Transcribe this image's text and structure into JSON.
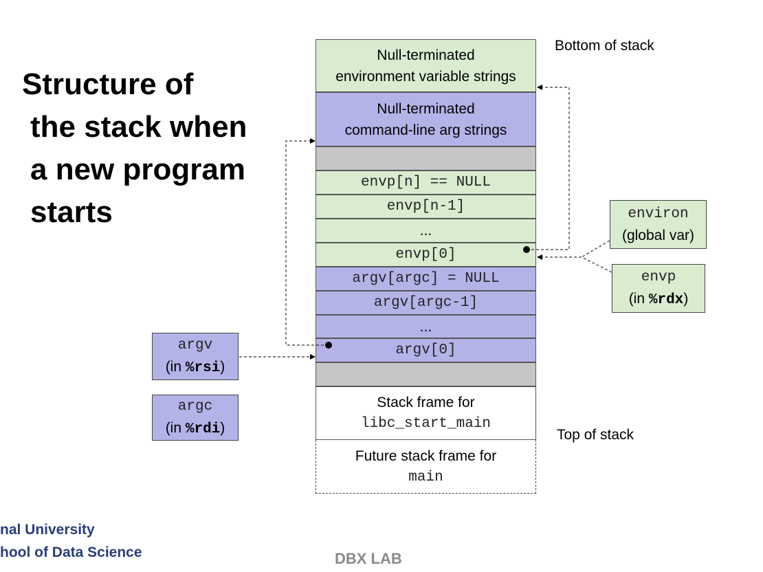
{
  "title": {
    "line1": "Structure of",
    "line2": "the stack when",
    "line3": "a new program",
    "line4": "starts"
  },
  "stack": {
    "env_strings": {
      "line1": "Null-terminated",
      "line2": "environment variable strings"
    },
    "arg_strings": {
      "line1": "Null-terminated",
      "line2": "command-line arg strings"
    },
    "envp_n": "envp[n] == NULL",
    "envp_n1": "envp[n-1]",
    "envp_dots": "...",
    "envp_0": "envp[0]",
    "argv_argc": "argv[argc] = NULL",
    "argv_argc1": "argv[argc-1]",
    "argv_dots": "...",
    "argv_0": "argv[0]",
    "libc_frame": {
      "line1": "Stack frame for",
      "line2": "libc_start_main"
    },
    "future_frame": {
      "line1": "Future stack frame for",
      "line2": "main"
    }
  },
  "labels": {
    "bottom": "Bottom of stack",
    "top": "Top of stack"
  },
  "side_boxes": {
    "environ": {
      "name": "environ",
      "desc": "(global var)"
    },
    "envp": {
      "name": "envp",
      "pre": "(in ",
      "reg": "%rdx",
      "post": ")"
    },
    "argv": {
      "name": "argv",
      "pre": "(in ",
      "reg": "%rsi",
      "post": ")"
    },
    "argc": {
      "name": "argc",
      "pre": "(in ",
      "reg": "%rdi",
      "post": ")"
    }
  },
  "footer": {
    "line1": "nal University",
    "line2": "hool of Data Science",
    "lab": "DBX LAB"
  },
  "colors": {
    "green": "#d9ecd0",
    "purple": "#b4b3e8",
    "gray": "#c6c6c6",
    "footer_blue": "#2a3d7c"
  }
}
